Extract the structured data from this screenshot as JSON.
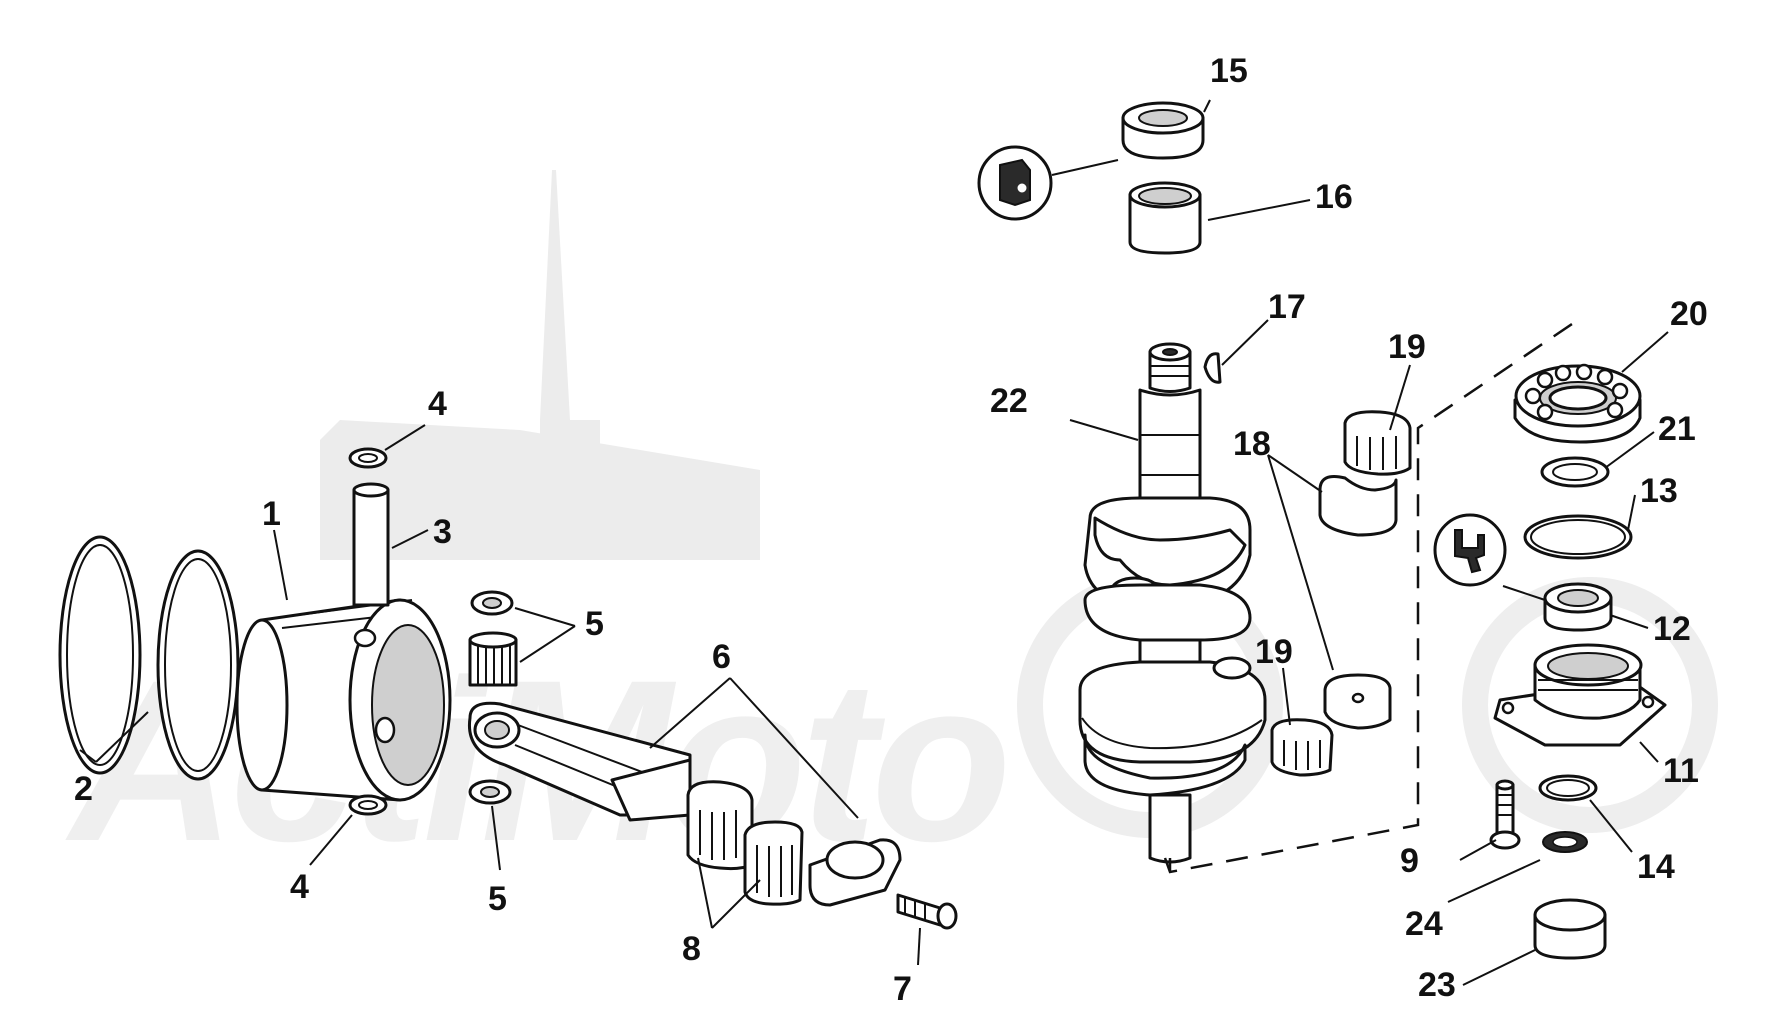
{
  "diagram": {
    "watermark_text": "ActiMoto",
    "callouts": {
      "c1": "1",
      "c2": "2",
      "c3": "3",
      "c4a": "4",
      "c4b": "4",
      "c5a": "5",
      "c5b": "5",
      "c6": "6",
      "c7": "7",
      "c8": "8",
      "c9": "9",
      "c11": "11",
      "c12": "12",
      "c13": "13",
      "c14": "14",
      "c15": "15",
      "c16": "16",
      "c17": "17",
      "c18": "18",
      "c19a": "19",
      "c19b": "19",
      "c20": "20",
      "c21": "21",
      "c22": "22",
      "c23": "23",
      "c24": "24"
    }
  }
}
